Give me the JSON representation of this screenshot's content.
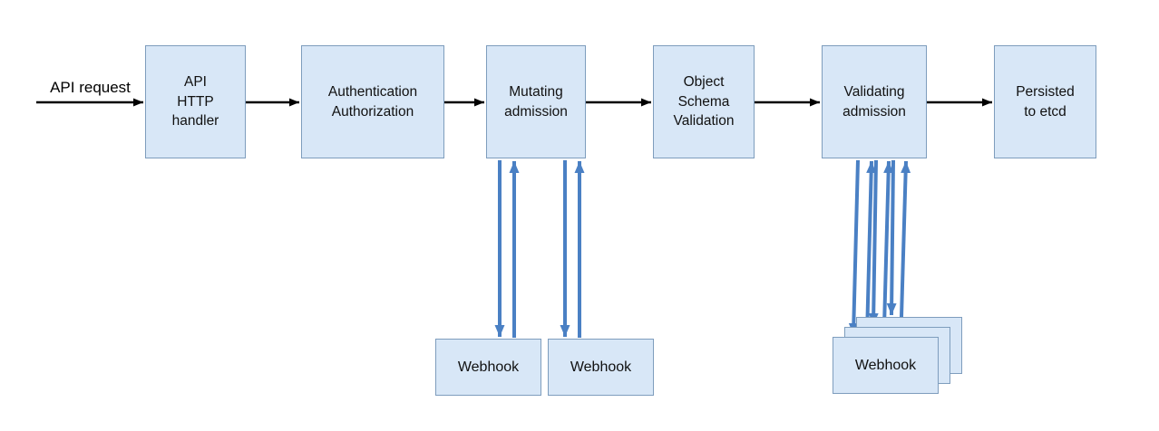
{
  "diagram": {
    "request_label": "API request",
    "nodes": [
      {
        "id": "api-http-handler",
        "label": "API\nHTTP\nhandler"
      },
      {
        "id": "authentication-authorization",
        "label": "Authentication\nAuthorization"
      },
      {
        "id": "mutating-admission",
        "label": "Mutating\nadmission"
      },
      {
        "id": "object-schema-validation",
        "label": "Object\nSchema\nValidation"
      },
      {
        "id": "validating-admission",
        "label": "Validating\nadmission"
      },
      {
        "id": "persisted-to-etcd",
        "label": "Persisted\nto etcd"
      }
    ],
    "webhooks": [
      {
        "id": "mutating-webhook-1",
        "label": "Webhook"
      },
      {
        "id": "mutating-webhook-2",
        "label": "Webhook"
      },
      {
        "id": "validating-webhook-stack",
        "label": "Webhook"
      }
    ],
    "colors": {
      "node_fill": "#d8e7f7",
      "node_border": "#7e9dbd",
      "flow_arrow": "#000000",
      "webhook_arrow": "#4a80c4",
      "background": "#ffffff"
    }
  }
}
